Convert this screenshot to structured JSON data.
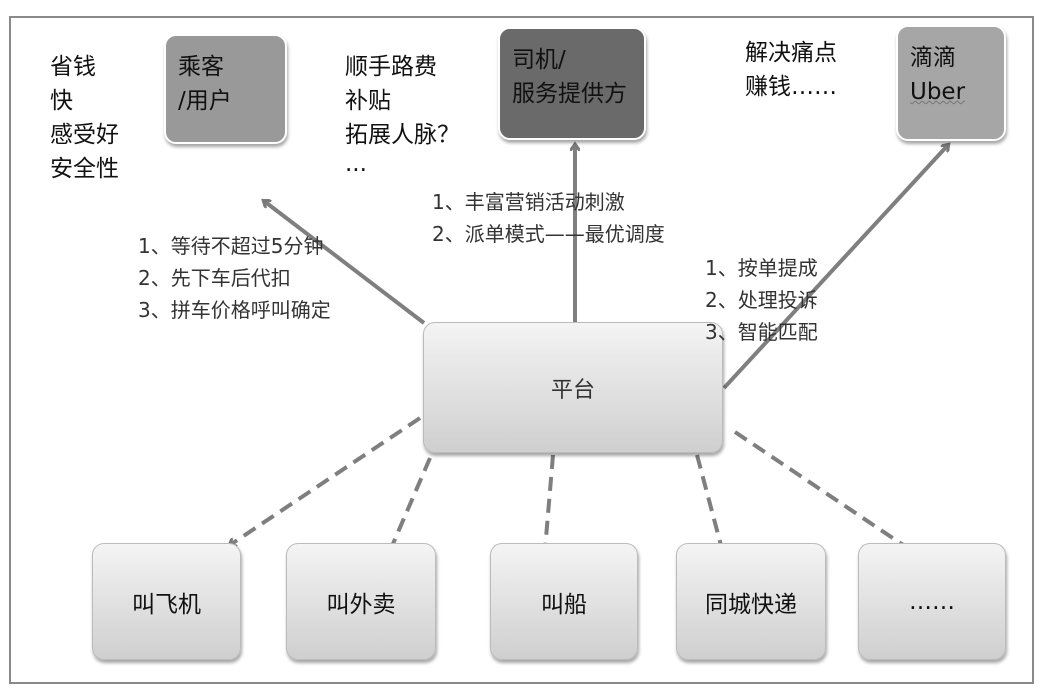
{
  "actors": {
    "passenger": {
      "label_line1": "乘客",
      "label_line2": "/用户",
      "color": "#999999",
      "needs": [
        "省钱",
        "快",
        "感受好",
        "安全性"
      ]
    },
    "driver": {
      "label_line1": "司机/",
      "label_line2": "服务提供方",
      "color": "#6a6a6a",
      "needs": [
        "顺手路费",
        "补贴",
        "拓展人脉？",
        "..."
      ]
    },
    "company": {
      "label_line1": "滴滴",
      "label_line2": "Uber",
      "color": "#a6a6a6",
      "needs": [
        "解决痛点",
        "赚钱……"
      ]
    }
  },
  "platform": {
    "label": "平台"
  },
  "platform_to_passenger": [
    "1、等待不超过5分钟",
    "2、先下车后代扣",
    "3、拼车价格呼叫确定"
  ],
  "platform_to_driver": [
    "1、丰富营销活动刺激",
    "2、派单模式——最优调度"
  ],
  "platform_to_company": [
    "1、按单提成",
    "2、处理投诉",
    "3、智能匹配"
  ],
  "extensions": [
    "叫飞机",
    "叫外卖",
    "叫船",
    "同城快递",
    "……"
  ]
}
